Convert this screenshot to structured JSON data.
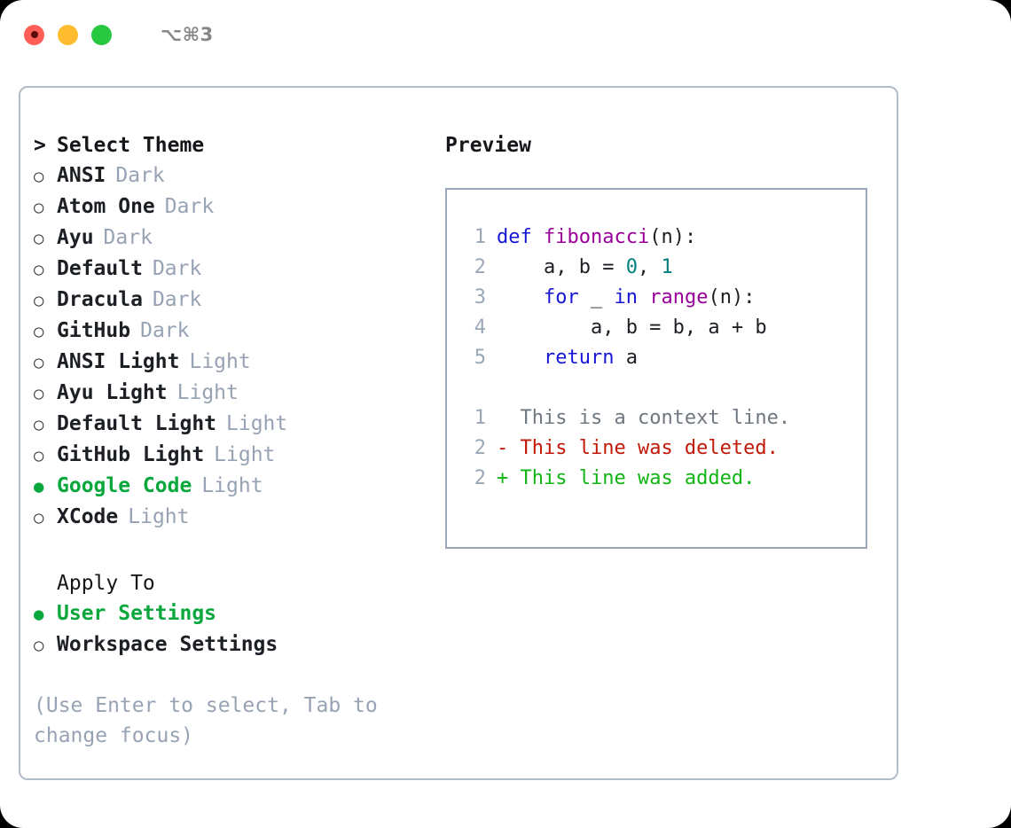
{
  "window": {
    "traffic_lights": [
      "close-red",
      "minimize-yellow",
      "maximize-green"
    ],
    "shortcut": "⌥⌘3",
    "colors": {
      "red": "#ff5f57",
      "yellow": "#febc2e",
      "green": "#28c840",
      "accent_green": "#0aa73c",
      "muted": "#97a3b4",
      "border": "#b3bcc9",
      "preview_border": "#9aa7b7"
    }
  },
  "theme_picker": {
    "prompt_marker": ">",
    "title": "Select Theme",
    "bullet_unselected": "○",
    "bullet_selected": "●",
    "items": [
      {
        "name": "ANSI",
        "kind": "Dark",
        "selected": false
      },
      {
        "name": "Atom One",
        "kind": "Dark",
        "selected": false
      },
      {
        "name": "Ayu",
        "kind": "Dark",
        "selected": false
      },
      {
        "name": "Default",
        "kind": "Dark",
        "selected": false
      },
      {
        "name": "Dracula",
        "kind": "Dark",
        "selected": false
      },
      {
        "name": "GitHub",
        "kind": "Dark",
        "selected": false
      },
      {
        "name": "ANSI Light",
        "kind": "Light",
        "selected": false
      },
      {
        "name": "Ayu Light",
        "kind": "Light",
        "selected": false
      },
      {
        "name": "Default Light",
        "kind": "Light",
        "selected": false
      },
      {
        "name": "GitHub Light",
        "kind": "Light",
        "selected": false
      },
      {
        "name": "Google Code",
        "kind": "Light",
        "selected": true
      },
      {
        "name": "XCode",
        "kind": "Light",
        "selected": false
      }
    ]
  },
  "apply_to": {
    "title": "Apply To",
    "items": [
      {
        "name": "User Settings",
        "selected": true
      },
      {
        "name": "Workspace Settings",
        "selected": false
      }
    ]
  },
  "hint": "(Use Enter to select, Tab to change focus)",
  "preview": {
    "title": "Preview",
    "code_lines": [
      {
        "number": "1",
        "tokens": [
          {
            "text": "def ",
            "style": "kw"
          },
          {
            "text": "fibonacci",
            "style": "fn"
          },
          {
            "text": "(n):",
            "style": "txt"
          }
        ]
      },
      {
        "number": "2",
        "tokens": [
          {
            "text": "    a, b = ",
            "style": "txt"
          },
          {
            "text": "0",
            "style": "num"
          },
          {
            "text": ", ",
            "style": "txt"
          },
          {
            "text": "1",
            "style": "num"
          }
        ]
      },
      {
        "number": "3",
        "tokens": [
          {
            "text": "    ",
            "style": "txt"
          },
          {
            "text": "for",
            "style": "kw"
          },
          {
            "text": " _ ",
            "style": "txt"
          },
          {
            "text": "in",
            "style": "kw"
          },
          {
            "text": " ",
            "style": "txt"
          },
          {
            "text": "range",
            "style": "fn"
          },
          {
            "text": "(n):",
            "style": "txt"
          }
        ]
      },
      {
        "number": "4",
        "tokens": [
          {
            "text": "        a, b = b, a + b",
            "style": "txt"
          }
        ]
      },
      {
        "number": "5",
        "tokens": [
          {
            "text": "    ",
            "style": "txt"
          },
          {
            "text": "return",
            "style": "kw"
          },
          {
            "text": " a",
            "style": "txt"
          }
        ]
      }
    ],
    "diff_lines": [
      {
        "number": "1",
        "marker": " ",
        "text": "This is a context line.",
        "style": "diff-ctx"
      },
      {
        "number": "2",
        "marker": "-",
        "text": "This line was deleted.",
        "style": "diff-del"
      },
      {
        "number": "2",
        "marker": "+",
        "text": "This line was added.",
        "style": "diff-add"
      }
    ]
  }
}
